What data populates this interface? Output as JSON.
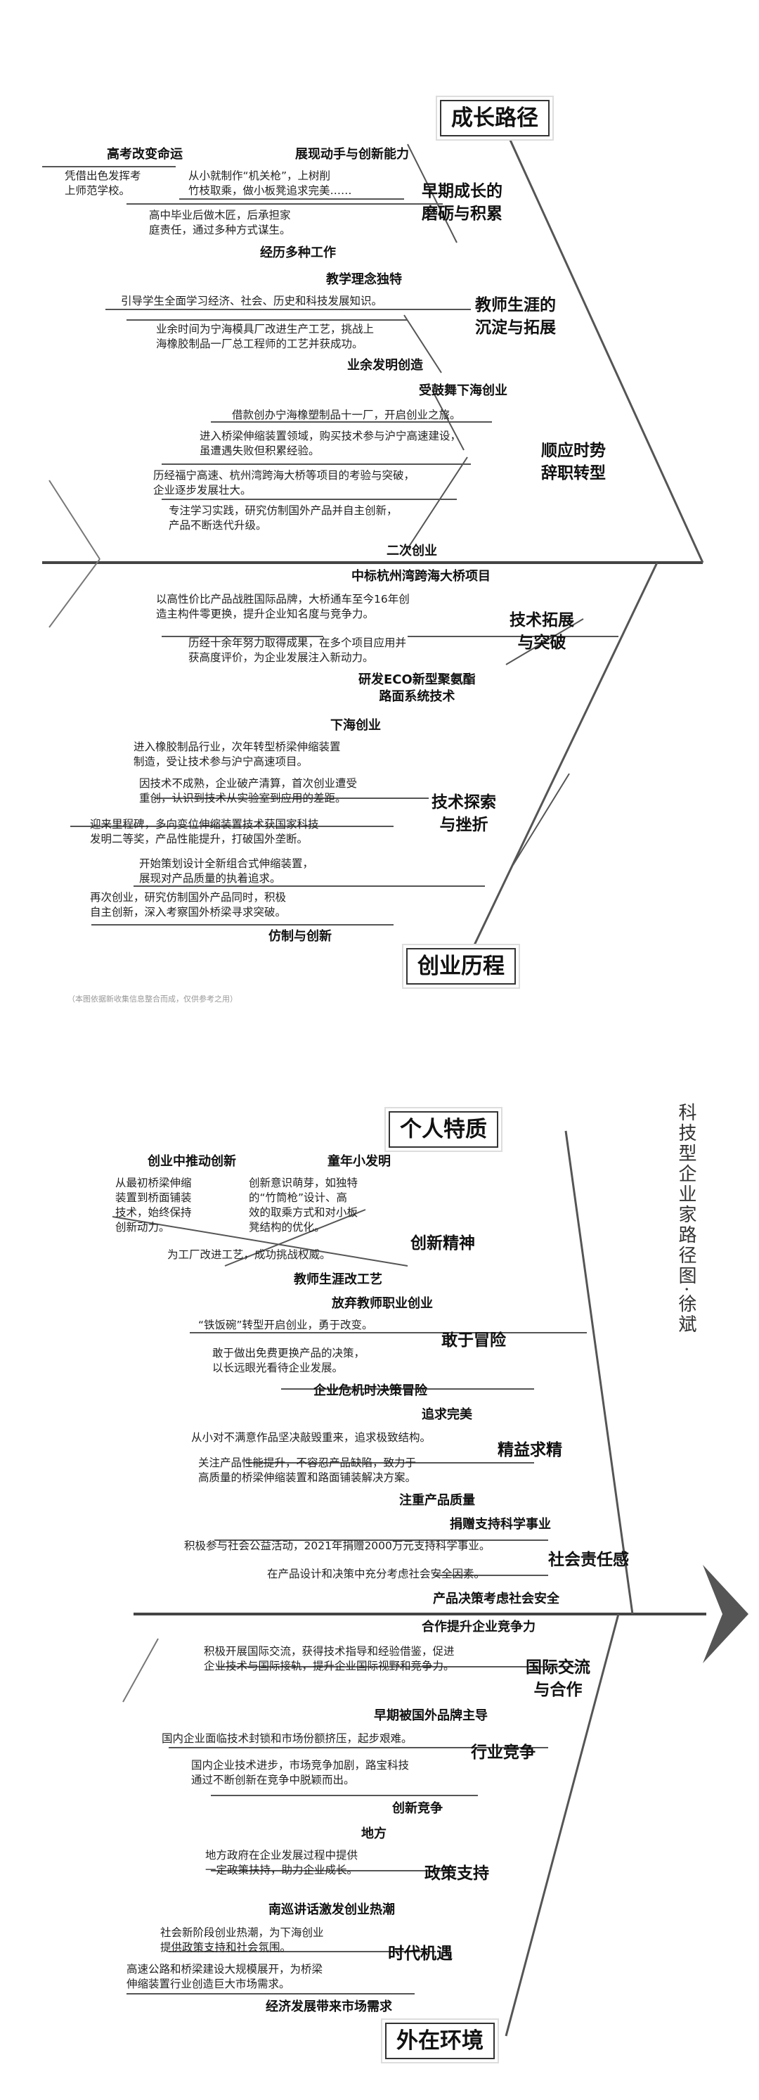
{
  "growth": {
    "title": "成长路径",
    "categories": {
      "early": "早期成长的\n磨砺与积累",
      "teacher": "教师生涯的\n沉淀与拓展",
      "resign": "顺应时势\n辞职转型"
    },
    "items": {
      "gaokao_title": "高考改变命运",
      "gaokao_text": "凭借出色发挥考\n上师范学校。",
      "hands_title": "展现动手与创新能力",
      "hands_text": "从小就制作“机关枪”，上树削\n竹枝取乘，做小板凳追求完美……",
      "work_text": "高中毕业后做木匠，后承担家\n庭责任，通过多种方式谋生。",
      "work_title": "经历多种工作",
      "teach_title": "教学理念独特",
      "teach_text": "引导学生全面学习经济、社会、历史和科技发展知识。",
      "spare_text": "业余时间为宁海模具厂改进生产工艺，挑战上\n海橡胶制品一厂总工程师的工艺并获成功。",
      "spare_title": "业余发明创造",
      "inspired_title": "受鼓舞下海创业",
      "inspired_text": "借款创办宁海橡塑制品十一厂，开启创业之旅。",
      "bridge_text": "进入桥梁伸缩装置领域，购买技术参与沪宁高速建设，\n虽遭遇失败但积累经验。",
      "project_text": "历经福宁高速、杭州湾跨海大桥等项目的考验与突破，\n企业逐步发展壮大。",
      "focus_text": "专注学习实践，研究仿制国外产品并自主创新，\n产品不断迭代升级。",
      "second_title": "二次创业"
    }
  },
  "venture": {
    "title": "创业历程",
    "note": "（本图依据新收集信息整合而成，仅供参考之用）",
    "categories": {
      "expand": "技术拓展\n与突破",
      "explore": "技术探索\n与挫折"
    },
    "items": {
      "hangzhou_title": "中标杭州湾跨海大桥项目",
      "hangzhou_text": "以高性价比产品战胜国际品牌，大桥通车至今16年创\n造主构件零更换，提升企业知名度与竞争力。",
      "decade_text": "历经十余年努力取得成果，在多个项目应用并\n获高度评价，为企业发展注入新动力。",
      "eco_title": "研发ECO新型聚氨酯\n路面系统技术",
      "xiahai_title": "下海创业",
      "rubber_text": "进入橡胶制品行业，次年转型桥梁伸缩装置\n制造，受让技术参与沪宁高速项目。",
      "failure_text": "因技术不成熟，企业破产清算，首次创业遭受\n重创，认识到技术从实验室到应用的差距。",
      "prize_text": "迎来里程碑，多向变位伸缩装置技术获国家科技\n发明二等奖，产品性能提升，打破国外垄断。",
      "plan_text": "开始策划设计全新组合式伸缩装置，\n展现对产品质量的执着追求。",
      "again_text": "再次创业，研究仿制国外产品同时，积极\n自主创新，深入考察国外桥梁寻求突破。",
      "imitate_title": "仿制与创新"
    }
  },
  "side_title": "科技型企业家路径图·徐斌",
  "personal": {
    "title": "个人特质",
    "categories": {
      "innovation": "创新精神",
      "risk": "敢于冒险",
      "excellence": "精益求精",
      "responsibility": "社会责任感"
    },
    "items": {
      "lead_title": "创业中推动创新",
      "lead_text": "从最初桥梁伸缩\n装置到桥面铺装\n技术，始终保持\n创新动力。",
      "child_title": "童年小发明",
      "child_text": "创新意识萌芽，如独特\n的“竹筒枪”设计、高\n效的取乘方式和对小板\n凳结构的优化。",
      "factory_text": "为工厂改进工艺，成功挑战权威。",
      "improve_title": "教师生涯改工艺",
      "giveup_title": "放弃教师职业创业",
      "ironbowl_text": "“铁饭碗”转型开启创业，勇于改变。",
      "bold_text": "敢于做出免费更换产品的决策，\n以长远眼光看待企业发展。",
      "crisis_title": "企业危机时决策冒险",
      "perfect_title": "追求完美",
      "perfect_text": "从小对不满意作品坚决敲毁重来，追求极致结构。",
      "performance_text": "关注产品性能提升，不容忍产品缺陷，致力于\n高质量的桥梁伸缩装置和路面铺装解决方案。",
      "quality_title": "注重产品质量",
      "donate_title": "捐赠支持科学事业",
      "donate_text": "积极参与社会公益活动，2021年捐赠2000万元支持科学事业。",
      "safety_text": "在产品设计和决策中充分考虑社会安全因素。",
      "safety_title": "产品决策考虑社会安全"
    }
  },
  "external": {
    "title": "外在环境",
    "categories": {
      "intl": "国际交流\n与合作",
      "industry": "行业竞争",
      "policy": "政策支持",
      "era": "时代机遇"
    },
    "items": {
      "coop_title": "合作提升企业竞争力",
      "coop_text": "积极开展国际交流，获得技术指导和经验借鉴，促进\n企业技术与国际接轨，提升企业国际视野和竞争力。",
      "early_title": "早期被国外品牌主导",
      "blockade_text": "国内企业面临技术封锁和市场份额挤压，起步艰难。",
      "compete_text": "国内企业技术进步，市场竞争加剧，路宝科技\n通过不断创新在竞争中脱颖而出。",
      "innovcomp_title": "创新竞争",
      "local_title": "地方",
      "local_text": "地方政府在企业发展过程中提供\n一定政策扶持，助力企业成长。",
      "south_title": "南巡讲话激发创业热潮",
      "south_text": "社会新阶段创业热潮，为下海创业\n提供政策支持和社会氛围。",
      "highway_text": "高速公路和桥梁建设大规模展开，为桥梁\n伸缩装置行业创造巨大市场需求。",
      "demand_title": "经济发展带来市场需求"
    }
  }
}
